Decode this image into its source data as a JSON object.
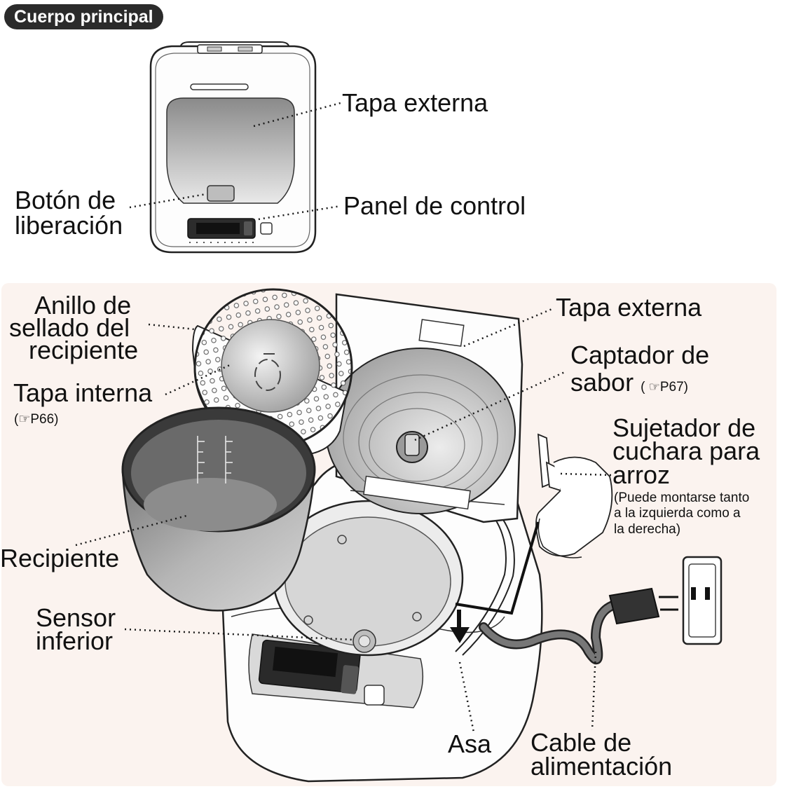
{
  "header": {
    "title": "Cuerpo principal"
  },
  "top_labels": {
    "outer_lid": "Tapa externa",
    "release_button_line1": "Botón de",
    "release_button_line2": "liberación",
    "control_panel": "Panel de control"
  },
  "bottom_labels": {
    "seal_line1": "Anillo de",
    "seal_line2": "sellado del",
    "seal_line3": "recipiente",
    "inner_lid": "Tapa interna",
    "inner_lid_ref": "P66)",
    "inner_lid_ref_open": "(",
    "pot": "Recipiente",
    "sensor_line1": "Sensor",
    "sensor_line2": "inferior",
    "outer_lid": "Tapa externa",
    "catcher_line1": "Captador de",
    "catcher_line2": "sabor",
    "catcher_ref_open": "(",
    "catcher_ref": "P67)",
    "spoon_line1": "Sujetador de",
    "spoon_line2": "cuchara para",
    "spoon_line3": "arroz",
    "spoon_note_line1": "(Puede montarse tanto",
    "spoon_note_line2": "a la izquierda como a",
    "spoon_note_line3": "la derecha)",
    "handle": "Asa",
    "cord_line1": "Cable de",
    "cord_line2": "alimentación"
  },
  "icons": {
    "reference": "pointing-hand-icon"
  },
  "colors": {
    "panel_bg": "#fbf3ef",
    "header_bg": "#2b2b2b",
    "line": "#1a1a1a"
  }
}
